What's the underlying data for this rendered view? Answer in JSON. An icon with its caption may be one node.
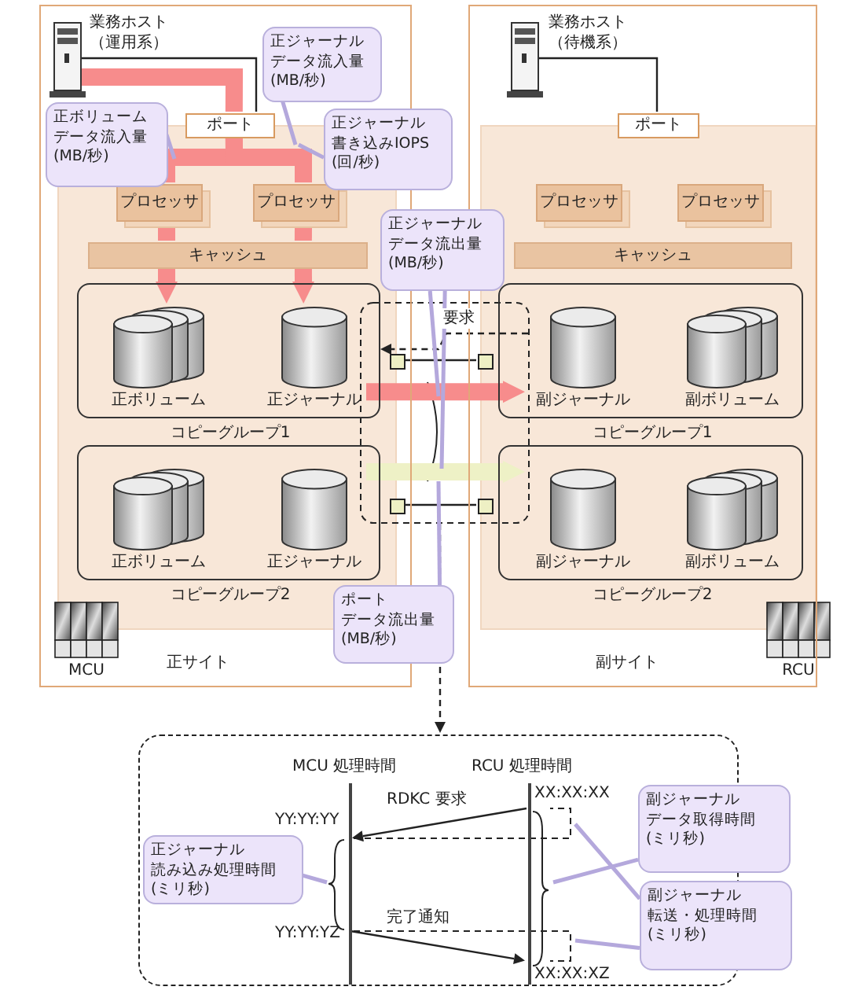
{
  "diagram": {
    "nodes": [
      {
        "text": [
          "正サイト"
        ]
      },
      {
        "text": [],
        "shape": "server",
        "beside": [
          "業務ホスト（運用系）"
        ],
        "in": 0
      },
      {
        "text": [
          "ポート"
        ],
        "in": 0
      },
      {
        "text": [
          "プロセッサ"
        ],
        "in": 0
      },
      {
        "text": [
          "プロセッサ"
        ],
        "in": 0
      },
      {
        "text": [
          "キャッシュ"
        ],
        "in": 0
      },
      {
        "text": [
          "コピーグループ1"
        ],
        "in": 0
      },
      {
        "text": [
          "正ボリューム"
        ],
        "in": 6
      },
      {
        "text": [
          "正ジャーナル"
        ],
        "in": 6
      },
      {
        "text": [
          "コピーグループ2"
        ],
        "in": 0
      },
      {
        "text": [
          "正ボリューム"
        ],
        "in": 9
      },
      {
        "text": [
          "正ジャーナル"
        ],
        "in": 9
      },
      {
        "text": [
          "副サイト"
        ]
      },
      {
        "text": [],
        "shape": "server",
        "beside": [
          "業務ホスト（待機系）"
        ],
        "in": 12
      },
      {
        "text": [
          "ポート"
        ],
        "in": 12
      },
      {
        "text": [
          "プロセッサ"
        ],
        "in": 12
      },
      {
        "text": [
          "プロセッサ"
        ],
        "in": 12
      },
      {
        "text": [
          "キャッシュ"
        ],
        "in": 12
      },
      {
        "text": [
          "コピーグループ1"
        ],
        "in": 12
      },
      {
        "text": [
          "副ジャーナル"
        ],
        "in": 18
      },
      {
        "text": [
          "副ボリューム"
        ],
        "in": 18
      },
      {
        "text": [
          "コピーグループ2"
        ],
        "in": 12
      },
      {
        "text": [
          "副ジャーナル"
        ],
        "in": 21
      },
      {
        "text": [
          "副ボリューム"
        ],
        "in": 21
      },
      {
        "text": [
          "正ジャーナルデータ流入量(MB/秒)"
        ],
        "in": 0
      },
      {
        "text": [
          "正ボリュームデータ流入量(MB/秒)"
        ],
        "in": 0
      },
      {
        "text": [
          "正ジャーナル書き込みIOPS(回/秒)"
        ]
      },
      {
        "text": [
          "正ジャーナルデータ流出量(MB/秒)"
        ]
      },
      {
        "text": [
          "ポートデータ流出量(MB/秒)"
        ]
      },
      {
        "text": [],
        "shape": "box",
        "in": 0
      },
      {
        "text": [],
        "shape": "box",
        "in": 12
      },
      {
        "text": [],
        "shape": "box",
        "in": 0
      },
      {
        "text": [],
        "shape": "box",
        "in": 12
      },
      {
        "text": [],
        "shape": "box"
      },
      {
        "text": [],
        "shape": "bar",
        "beside": [
          "MCU 処理時間"
        ],
        "in": 33
      },
      {
        "text": [],
        "shape": "bar",
        "beside": [
          "RCU 処理時間"
        ],
        "in": 33
      },
      {
        "text": [
          "正ジャーナル読み込み処理時間(ミリ秒)"
        ],
        "in": 33
      },
      {
        "text": [
          "副ジャーナルデータ取得時間(ミリ秒)"
        ]
      },
      {
        "text": [
          "副ジャーナル転送・処理時間(ミリ秒)"
        ]
      }
    ],
    "edges": [
      {
        "from": 1,
        "to": 2,
        "arrow": "none",
        "style": "thick",
        "color": "#f78c8c"
      },
      {
        "from": 1,
        "to": 2,
        "arrow": "none",
        "color": "#222222"
      },
      {
        "from": 2,
        "to": 3,
        "arrow": "none",
        "style": "thick",
        "color": "#f78c8c"
      },
      {
        "from": 2,
        "to": 4,
        "arrow": "none",
        "style": "thick",
        "color": "#f78c8c"
      },
      {
        "from": 3,
        "to": 5,
        "arrow": "none",
        "style": "thick",
        "color": "#f78c8c"
      },
      {
        "from": 4,
        "to": 5,
        "arrow": "none",
        "style": "thick",
        "color": "#f78c8c"
      },
      {
        "from": 5,
        "to": 7,
        "arrow": "to",
        "style": "thick",
        "color": "#f78c8c"
      },
      {
        "from": 5,
        "to": 8,
        "arrow": "to",
        "style": "thick",
        "color": "#f78c8c"
      },
      {
        "from": 13,
        "to": 14,
        "arrow": "none",
        "color": "#222222"
      },
      {
        "from": 8,
        "to": 19,
        "arrow": "to",
        "style": "thick",
        "color": "#f78c8c"
      },
      {
        "from": 11,
        "to": 22,
        "arrow": "to",
        "style": "thick",
        "color": "#eef1c6"
      },
      {
        "from": 29,
        "to": 30,
        "arrow": "none",
        "color": "#222222"
      },
      {
        "from": 31,
        "to": 32,
        "arrow": "none",
        "color": "#222222"
      },
      {
        "from": null,
        "to": 6,
        "arrow": "to",
        "style": "dashed",
        "label": "要求",
        "color": "#222222"
      },
      {
        "from": null,
        "to": 33,
        "arrow": "to",
        "style": "dashed",
        "color": "#222222"
      },
      {
        "from": 35,
        "to": 34,
        "arrow": "to",
        "label": "RDKC 要求",
        "color": "#222222"
      },
      {
        "from": 34,
        "to": 35,
        "arrow": "to",
        "label": "完了通知",
        "color": "#222222"
      },
      {
        "from": 24,
        "to": null,
        "arrow": "none",
        "color": "#b4a8dc"
      },
      {
        "from": 25,
        "to": null,
        "arrow": "none",
        "color": "#b4a8dc"
      },
      {
        "from": 26,
        "to": null,
        "arrow": "none",
        "color": "#b4a8dc"
      },
      {
        "from": 27,
        "to": null,
        "arrow": "none",
        "color": "#b4a8dc"
      },
      {
        "from": 27,
        "to": null,
        "arrow": "none",
        "color": "#b4a8dc"
      },
      {
        "from": 28,
        "to": null,
        "arrow": "none",
        "color": "#b4a8dc"
      },
      {
        "from": 36,
        "to": null,
        "arrow": "none",
        "color": "#b4a8dc"
      },
      {
        "from": 37,
        "to": null,
        "arrow": "none",
        "color": "#b4a8dc"
      },
      {
        "from": 38,
        "to": null,
        "arrow": "none",
        "color": "#b4a8dc"
      },
      {
        "from": 38,
        "to": null,
        "arrow": "none",
        "color": "#b4a8dc"
      }
    ],
    "labels": [
      "MCU",
      "RCU",
      "XX:XX:XX",
      "YY:YY:YY",
      "YY:YY:YZ",
      "XX:XX:XZ"
    ]
  }
}
